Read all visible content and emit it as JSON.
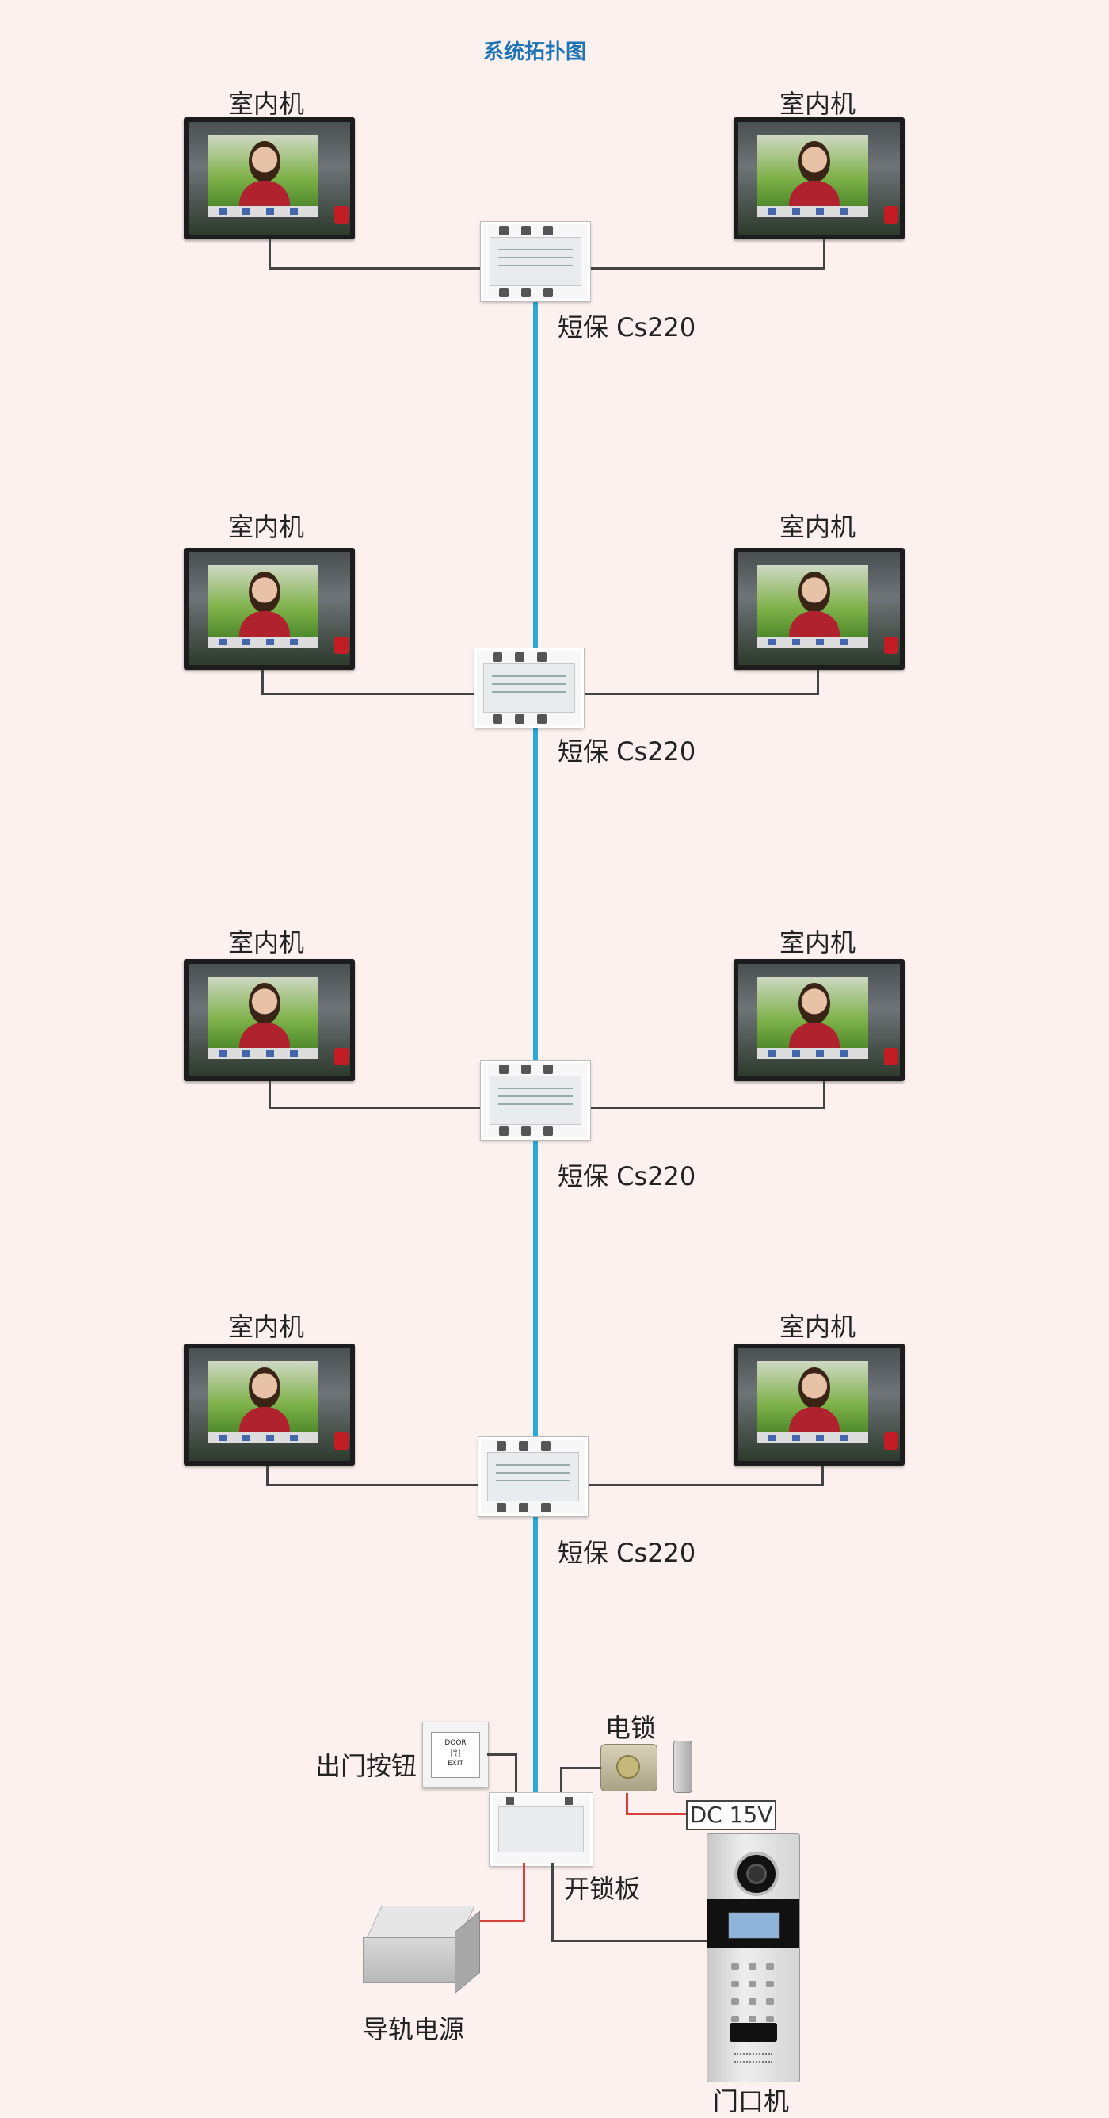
{
  "title": "系统拓扑图",
  "indoor_unit_label": "室内机",
  "protector_label": "短保 Cs220",
  "floors": [
    {
      "left_label": "室内机",
      "right_label": "室内机",
      "protector": "短保 Cs220"
    },
    {
      "left_label": "室内机",
      "right_label": "室内机",
      "protector": "短保 Cs220"
    },
    {
      "left_label": "室内机",
      "right_label": "室内机",
      "protector": "短保 Cs220"
    },
    {
      "left_label": "室内机",
      "right_label": "室内机",
      "protector": "短保 Cs220"
    }
  ],
  "bottom": {
    "exit_button": "出门按钮",
    "exit_button_plate_top": "DOOR",
    "exit_button_plate_bottom": "EXIT",
    "electric_lock": "电锁",
    "power_spec": "DC 15V",
    "unlock_board": "开锁板",
    "rail_power": "导轨电源",
    "door_station": "门口机"
  },
  "colors": {
    "background": "#fcf1ef",
    "title": "#1f74b6",
    "bus_wire": "#2aa8d6",
    "signal_wire": "#444444",
    "power_wire": "#d9423a"
  }
}
